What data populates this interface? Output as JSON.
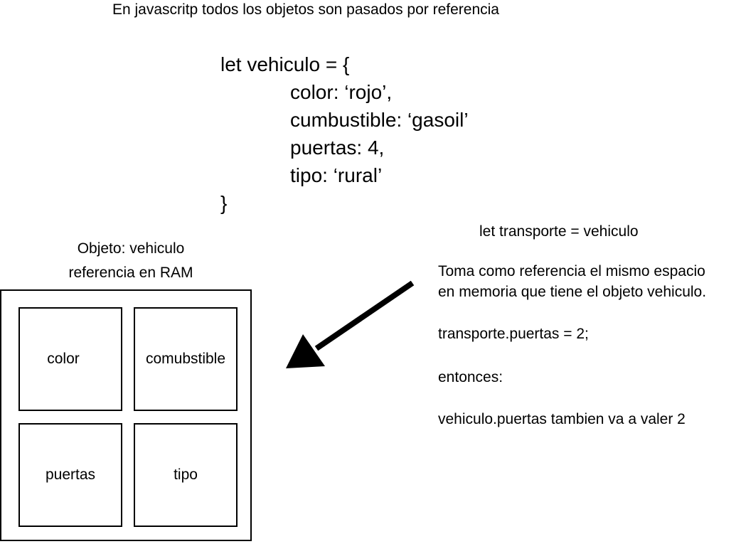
{
  "header": {
    "text": "En javascritp todos los objetos son pasados  por referencia"
  },
  "code": {
    "line1": "let vehiculo = {",
    "line2": "color: ‘rojo’,",
    "line3": "cumbustible:  ‘gasoil’",
    "line4": "puertas: 4,",
    "line5": "tipo:  ‘rural’",
    "line6": "}"
  },
  "object_box": {
    "caption_line1": "Objeto: vehiculo",
    "caption_line2": "referencia en RAM",
    "cells": [
      "color",
      "comubstible",
      "puertas",
      "tipo"
    ]
  },
  "assignment": {
    "title": "let transporte = vehiculo",
    "explanation_line1": "Toma como referencia el mismo espacio",
    "explanation_line2": "en memoria que tiene el objeto vehiculo.",
    "statement": "transporte.puertas = 2;",
    "then_label": "entonces:",
    "conclusion": "vehiculo.puertas tambien va a valer 2"
  },
  "arrow": {
    "direction": "down-left",
    "color": "#000000"
  }
}
